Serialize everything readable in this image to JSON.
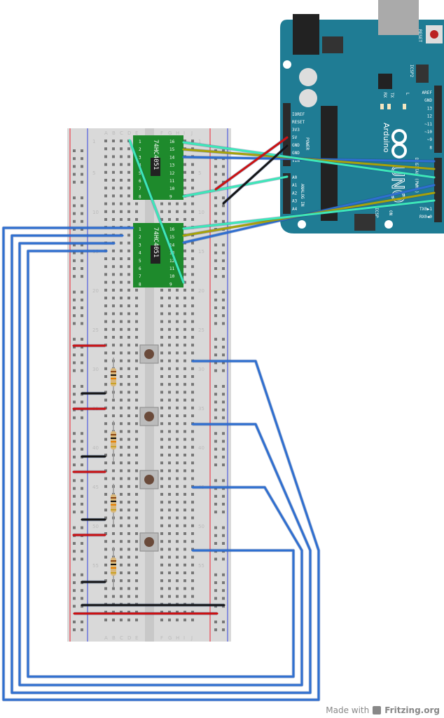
{
  "breadboard": {
    "columns_left": [
      "A",
      "B",
      "C",
      "D",
      "E"
    ],
    "columns_right": [
      "F",
      "G",
      "H",
      "I",
      "J"
    ],
    "row_labels": [
      "1",
      "5",
      "10",
      "15",
      "20",
      "25",
      "30",
      "35",
      "40",
      "45",
      "50",
      "55"
    ]
  },
  "chips": [
    {
      "part": "74HC4051",
      "pins_left": [
        "1",
        "2",
        "3",
        "4",
        "5",
        "6",
        "7",
        "8"
      ],
      "pins_right": [
        "16",
        "15",
        "14",
        "13",
        "12",
        "11",
        "10",
        "9"
      ]
    },
    {
      "part": "74HC4051",
      "pins_left": [
        "1",
        "2",
        "3",
        "4",
        "5",
        "6",
        "7",
        "8"
      ],
      "pins_right": [
        "16",
        "15",
        "14",
        "13",
        "12",
        "11",
        "10",
        "9"
      ]
    }
  ],
  "arduino": {
    "brand": "Arduino",
    "model": "UNO",
    "reset_label": "RESET",
    "icsp2_label": "ICSP2",
    "icsp_label": "ICSP",
    "on_label": "ON",
    "power_label": "POWER",
    "analog_label": "ANALOG IN",
    "digital_label": "DIGITAL (PWM~)",
    "led_labels": [
      "RX",
      "TX",
      "L"
    ],
    "power_pins": [
      "IOREF",
      "RESET",
      "3V3",
      "5V",
      "GND",
      "GND",
      "VIN"
    ],
    "analog_pins": [
      "A0",
      "A1",
      "A2",
      "A3",
      "A4"
    ],
    "digital_pins_top": [
      "AREF",
      "GND",
      "13",
      "12",
      "~11",
      "~10",
      "~9",
      "8"
    ],
    "digital_pins_bottom": [
      "TX0▶1",
      "RX0◀0"
    ],
    "colors": {
      "board": "#1f7c94",
      "header": "#2b2b2b"
    }
  },
  "wire_colors": {
    "blue": "#2f6fd0",
    "olive": "#a7a20a",
    "cyan": "#3de8b8",
    "red": "#cc1111",
    "black": "#151515"
  },
  "footer": {
    "made_with": "Made with",
    "brand": "Fritzing.org"
  }
}
